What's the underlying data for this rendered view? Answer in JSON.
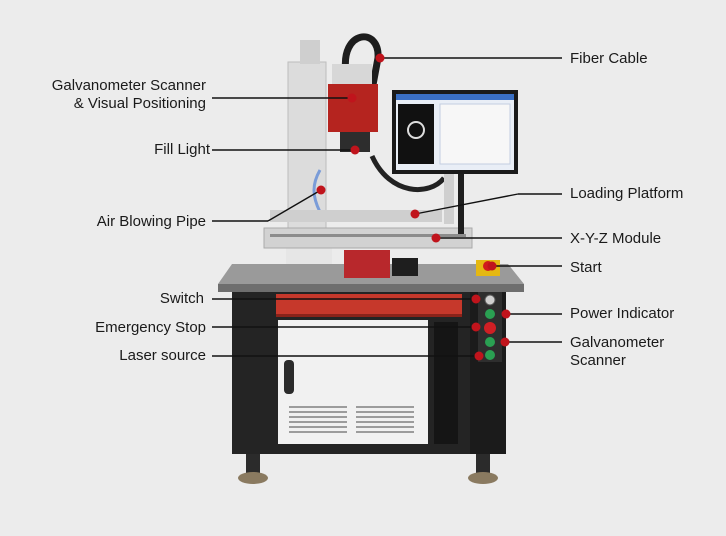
{
  "labels": {
    "galvo_scanner_visual": [
      "Galvanometer Scanner",
      "& Visual Positioning"
    ],
    "fill_light": "Fill Light",
    "air_blowing_pipe": "Air Blowing Pipe",
    "switch": "Switch",
    "emergency_stop": "Emergency Stop",
    "laser_source": "Laser source",
    "fiber_cable": "Fiber Cable",
    "loading_platform": "Loading Platform",
    "xyz_module": "X-Y-Z Module",
    "start": "Start",
    "power_indicator": "Power Indicator",
    "galvanometer_scanner": [
      "Galvanometer",
      "Scanner"
    ]
  },
  "colors": {
    "background": "#ececec",
    "callout_dot": "#c0141c",
    "line": "#111111",
    "cabinet": "#222222",
    "drawer": "#c6382b",
    "scan_head": "#b5241f"
  }
}
